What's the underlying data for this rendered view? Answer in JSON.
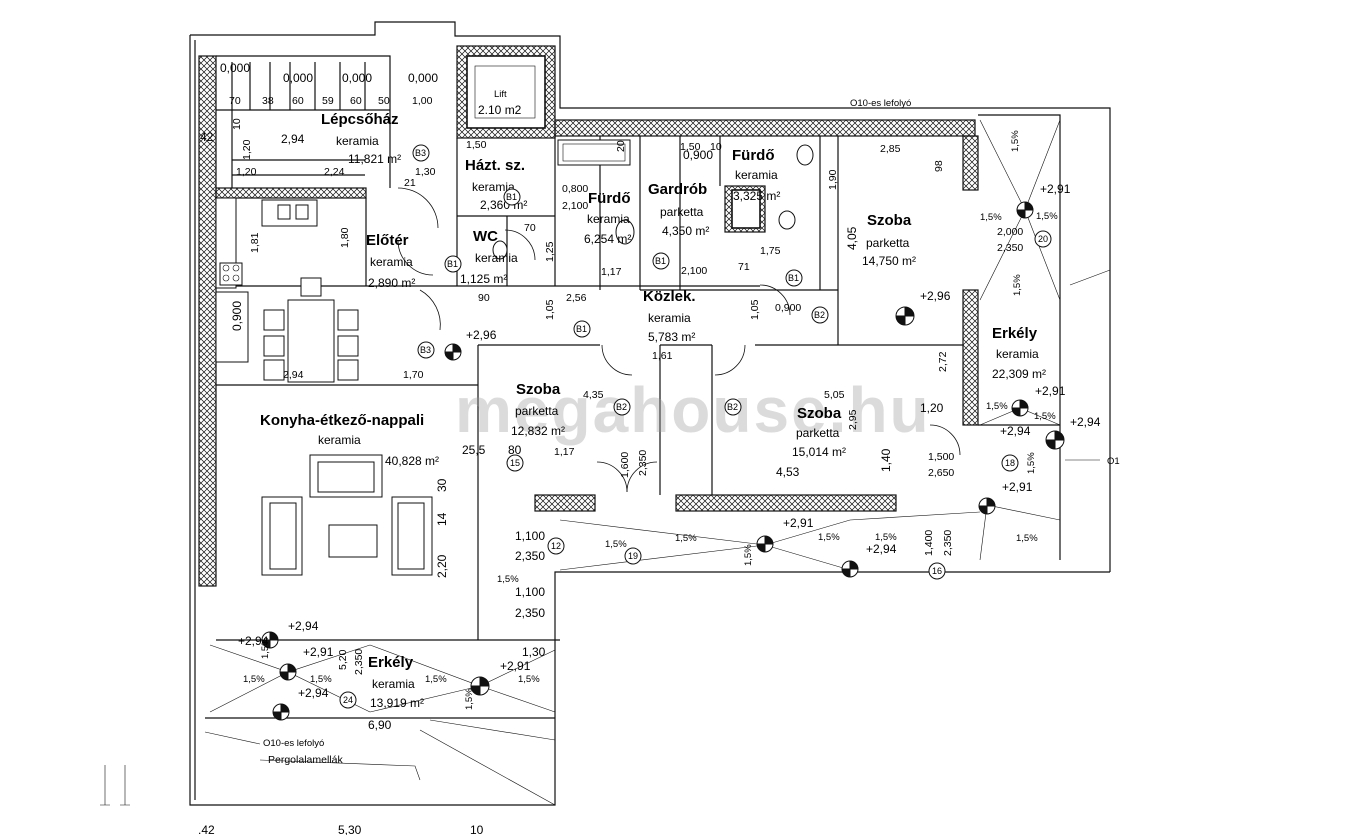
{
  "watermark": "megahouse.hu",
  "rooms": {
    "lepcsohaz": {
      "name": "Lépcsőház",
      "material": "keramia",
      "area": "11,821 m²"
    },
    "lift": {
      "name": "Lift",
      "area": "2.10 m2"
    },
    "hazt": {
      "name": "Házt. sz.",
      "material": "keramia",
      "area": "2,360 m²"
    },
    "eloter": {
      "name": "Előtér",
      "material": "keramia",
      "area": "2,890 m²"
    },
    "wc": {
      "name": "WC",
      "material": "keramia",
      "area": "1,125 m²"
    },
    "furdo1": {
      "name": "Fürdő",
      "material": "keramia",
      "area": "6,254 m²"
    },
    "gardrob": {
      "name": "Gardrób",
      "material": "parketta",
      "area": "4,350 m²"
    },
    "furdo2": {
      "name": "Fürdő",
      "material": "keramia",
      "area": "3,325 m²"
    },
    "szoba_ne": {
      "name": "Szoba",
      "material": "parketta",
      "area": "14,750 m²"
    },
    "kozlek": {
      "name": "Közlek.",
      "material": "keramia",
      "area": "5,783 m²"
    },
    "szoba_mid": {
      "name": "Szoba",
      "material": "parketta",
      "area": "12,832 m²"
    },
    "szoba_se": {
      "name": "Szoba",
      "material": "parketta",
      "area": "15,014 m²"
    },
    "konyha": {
      "name": "Konyha-étkező-nappali",
      "material": "keramia",
      "area": "40,828 m²"
    },
    "erkely_e": {
      "name": "Erkély",
      "material": "keramia",
      "area": "22,309 m²"
    },
    "erkely_s": {
      "name": "Erkély",
      "material": "keramia",
      "area": "13,919 m²"
    }
  },
  "levels": [
    "+2,96",
    "+2,96",
    "+2,91",
    "+2,94",
    "+2,94",
    "+2,91",
    "+2,91",
    "+2,94",
    "+2,91",
    "+2,94",
    "+2,91",
    "+2,91",
    "+2,94",
    "+2,94"
  ],
  "slopes": [
    "1,5%",
    "1,5%",
    "1,5%",
    "1,5%",
    "1,5%",
    "1,5%",
    "1,5%",
    "1,5%",
    "1,5%",
    "1,5%",
    "1,5%",
    "1,5%",
    "1,5%",
    "1,5%",
    "1,5%",
    "1,5%",
    "1,5%",
    "1,5%",
    "1,5%",
    "1,5%"
  ],
  "door_tags": [
    "B3",
    "B1",
    "B1",
    "B1",
    "B1",
    "B3",
    "B2",
    "B2",
    "B2",
    "B1"
  ],
  "circle_tags": [
    "20",
    "18",
    "19",
    "15",
    "12",
    "16",
    "24"
  ],
  "labels": {
    "lefolyo_bottom": "O10-es lefolyó",
    "lefolyo_top": "O10-es lefolyó",
    "pergola": "Pergolalamellák",
    "o1": "O1"
  },
  "dims": {
    "d0000a": "0,000",
    "d0000b": "0,000",
    "d0000c": "0,000",
    "d0000d": "0,000",
    "d70a": "70",
    "d38": "38",
    "d60": "60",
    "d59": "59",
    "d60b": "60",
    "d50": "50",
    "d100": "1,00",
    "d42": "42",
    "d10a": "10",
    "d294": "2,94",
    "d120a": "1,20",
    "d120b": "1,20",
    "d224": "2,24",
    "d130": "1,30",
    "d21": "21",
    "d150": "1,50",
    "d20": "20",
    "d0800": "0,800",
    "d2100": "2,100",
    "d70b": "70",
    "d125": "1,25",
    "d181": "1,81",
    "d180": "1,80",
    "d0900a": "0,900",
    "d0900b": "0,900",
    "d150b": "1,50",
    "d10b": "10",
    "d85": "2,85",
    "d98": "98",
    "d190": "1,90",
    "d405": "4,05",
    "d175": "1,75",
    "d2100b": "2,100",
    "d71": "71",
    "d117": "1,17",
    "d090": "90",
    "d256": "2,56",
    "d105a": "1,05",
    "d105b": "1,05",
    "d0900c": "0,900",
    "d161": "1,61",
    "d435": "4,35",
    "d505": "5,05",
    "d272": "2,72",
    "d120c": "1,20",
    "d295": "2,95",
    "d140": "1,40",
    "d453": "4,53",
    "d1500": "1,500",
    "d2650": "2,650",
    "d294b": "2,94",
    "d170": "1,70",
    "d255": "25,5",
    "d80": "80",
    "d117b": "1,17",
    "d1600": "1,600",
    "d2350a": "2,350",
    "d1100a": "1,100",
    "d2350b": "2,350",
    "d1100b": "1,100",
    "d2350c": "2,350",
    "d30": "30",
    "d14": "14",
    "d220": "2,20",
    "d690": "6,90",
    "d130b": "1,30",
    "d520": "5,20",
    "d2350d": "2,350",
    "d2000": "2,000",
    "d2350e": "2,350",
    "d1400": "1,400",
    "d2350f": "2,350",
    "b42": ".42",
    "b530": "5,30",
    "b10": "10"
  }
}
